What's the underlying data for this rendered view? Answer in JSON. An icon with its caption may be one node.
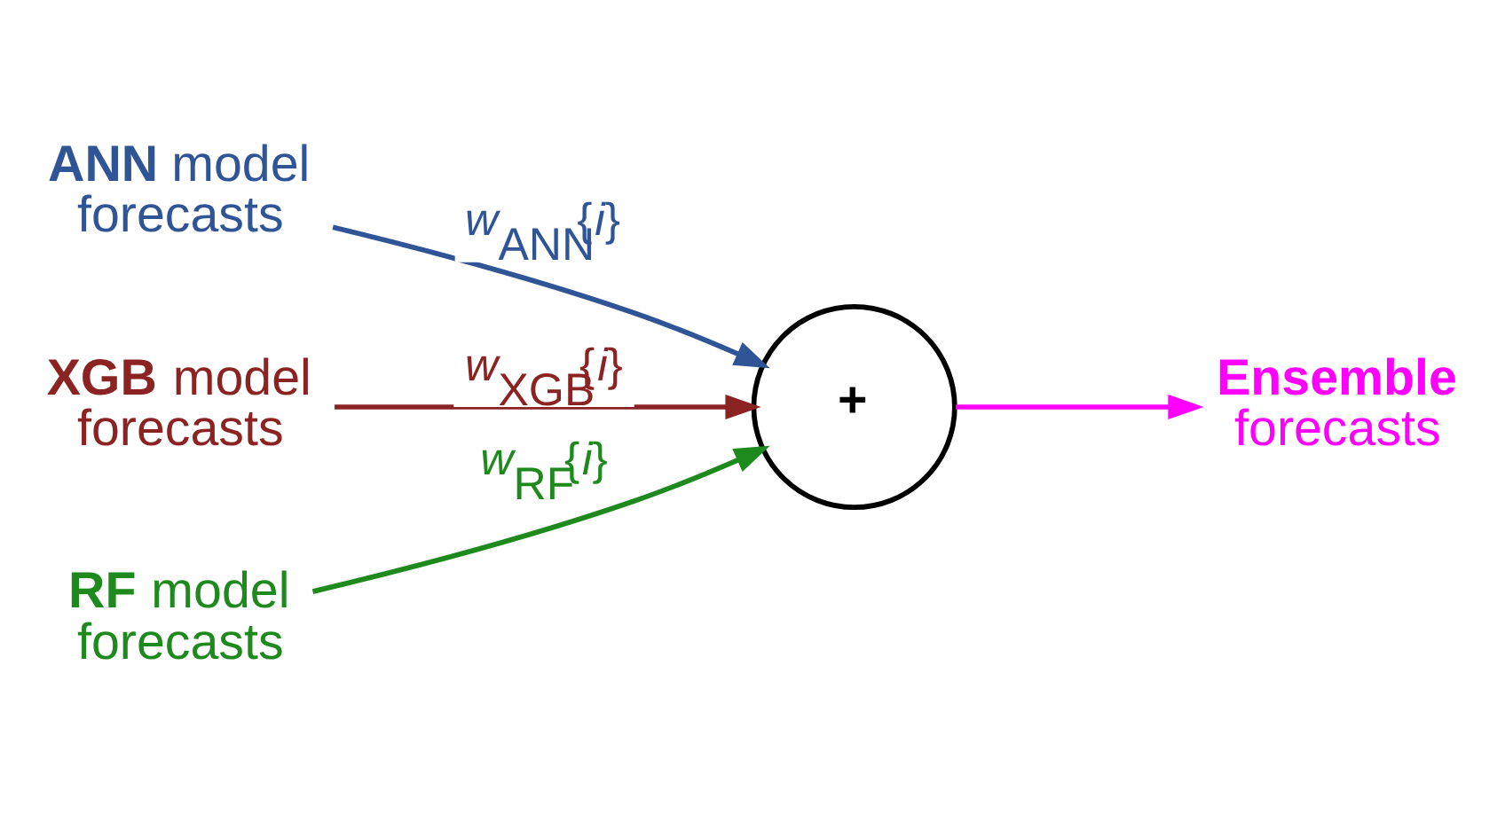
{
  "diagram": {
    "nodes": [
      {
        "text": [
          "**ANN** model forecasts"
        ]
      },
      {
        "text": [
          "**XGB** model forecasts"
        ]
      },
      {
        "text": [
          "**RF** model forecasts"
        ]
      },
      {
        "text": [
          "+"
        ]
      },
      {
        "text": [
          "**Ensemble** forecasts"
        ]
      }
    ],
    "edges": [
      {
        "from": 0,
        "to": 3,
        "arrow": "to",
        "label": "*w*$_{ANN}${*i*}",
        "color": "#2f5597"
      },
      {
        "from": 1,
        "to": 3,
        "arrow": "to",
        "label": "*w*$_{XGB}${*i*}",
        "color": "#8b2323"
      },
      {
        "from": 2,
        "to": 3,
        "arrow": "to",
        "label": "*w*$_{RF}${*i*}",
        "color": "#1e8a1e"
      },
      {
        "from": 3,
        "to": 4,
        "arrow": "to",
        "color": "#ff00ff"
      }
    ]
  }
}
